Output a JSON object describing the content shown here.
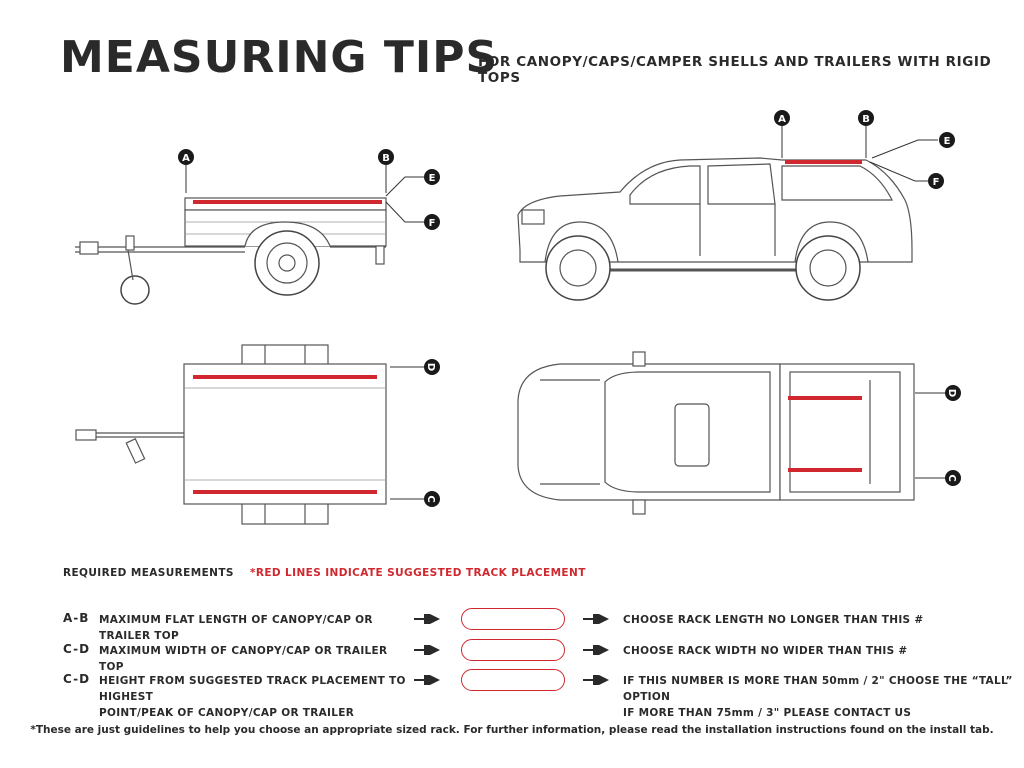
{
  "header": {
    "title": "MEASURING TIPS",
    "subtitle": "FOR CANOPY/CAPS/CAMPER SHELLS AND TRAILERS WITH RIGID TOPS"
  },
  "markers": {
    "A": "A",
    "B": "B",
    "C": "C",
    "D": "D",
    "E": "E",
    "F": "F"
  },
  "legend": {
    "required": "REQUIRED MEASUREMENTS",
    "red_note": "*RED LINES INDICATE SUGGESTED TRACK PLACEMENT"
  },
  "rows": [
    {
      "code": "A-B",
      "description": "MAXIMUM  FLAT LENGTH OF CANOPY/CAP OR TRAILER TOP",
      "result": "CHOOSE RACK LENGTH NO LONGER THAN THIS #"
    },
    {
      "code": "C-D",
      "description": "MAXIMUM  WIDTH OF CANOPY/CAP OR TRAILER TOP",
      "result": "CHOOSE RACK WIDTH NO WIDER THAN THIS #"
    },
    {
      "code": "C-D",
      "description_line1": "HEIGHT FROM SUGGESTED TRACK PLACEMENT TO HIGHEST",
      "description_line2": "POINT/PEAK OF CANOPY/CAP OR TRAILER",
      "result_line1": "IF THIS NUMBER IS MORE THAN 50mm / 2\" CHOOSE THE “TALL” OPTION",
      "result_line2": "IF MORE THAN 75mm / 3\" PLEASE CONTACT US"
    }
  ],
  "footnote": "*These are just guidelines to help you choose an appropriate sized rack. For further information, please read the installation instructions found on the install tab.",
  "colors": {
    "accent_red": "#d0282e",
    "ink": "#2a2a2a",
    "line": "#555555"
  }
}
